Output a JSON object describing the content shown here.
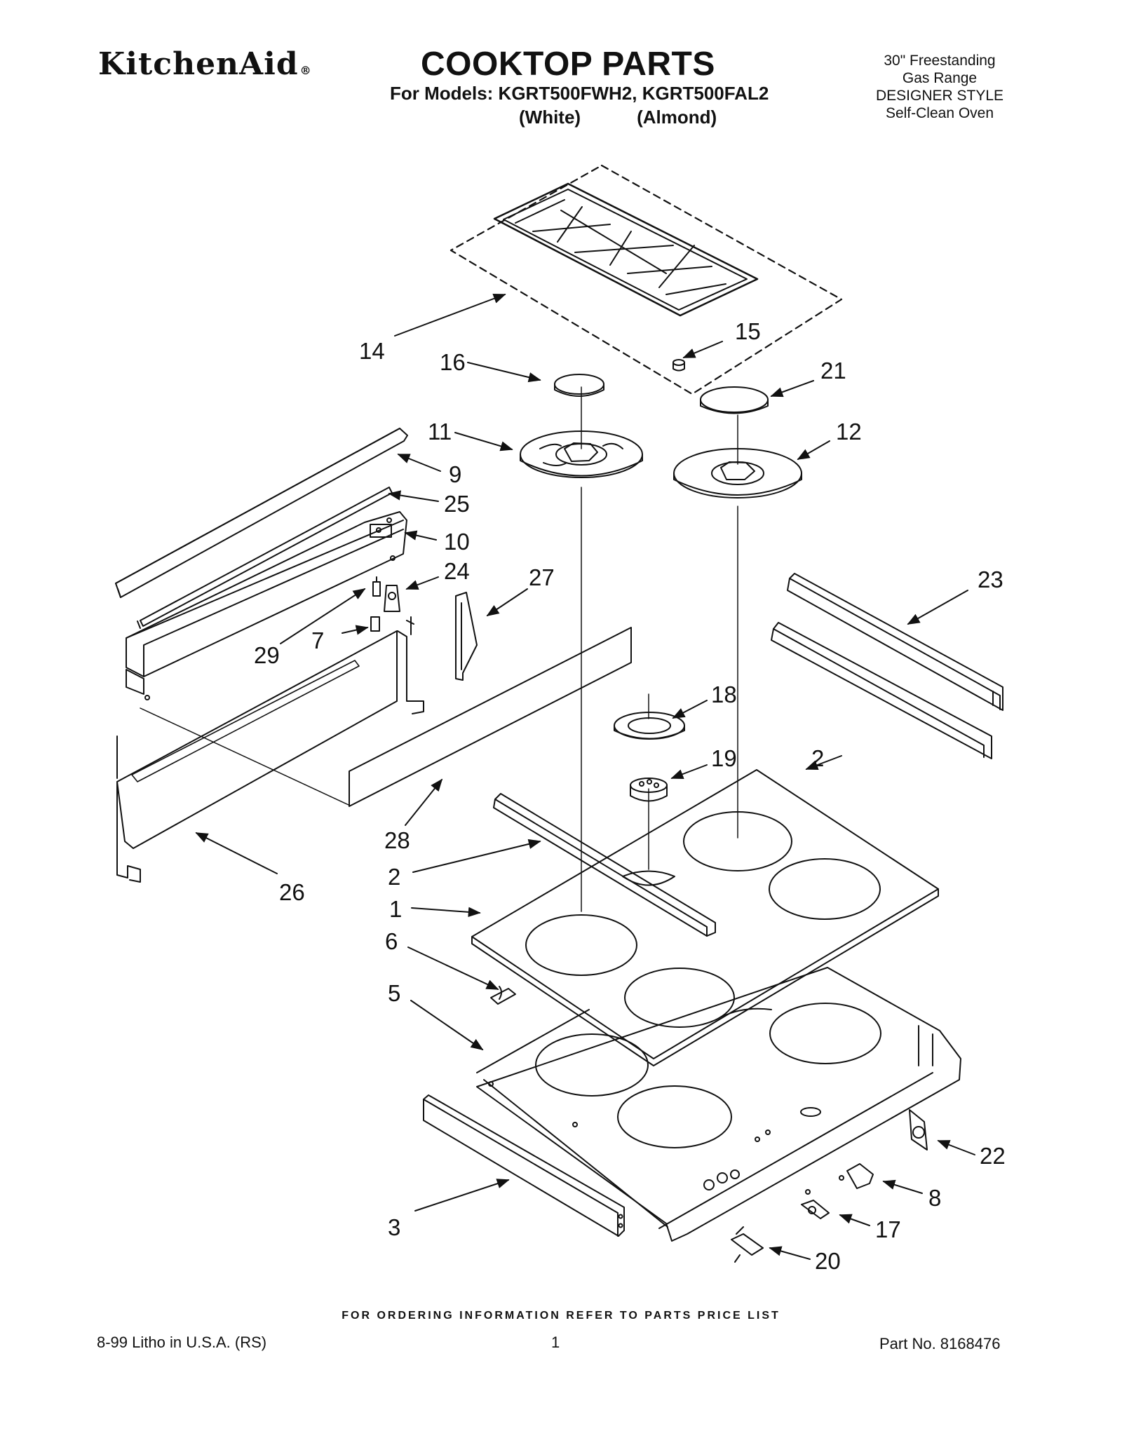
{
  "header": {
    "brand": "KitchenAid",
    "brand_mark": "®",
    "title": "COOKTOP PARTS",
    "models_line": "For Models: KGRT500FWH2, KGRT500FAL2",
    "variant_white": "(White)",
    "variant_almond": "(Almond)",
    "description": [
      "30\" Freestanding",
      "Gas Range",
      "DESIGNER STYLE",
      "Self-Clean Oven"
    ]
  },
  "callouts": [
    "14",
    "15",
    "16",
    "21",
    "11",
    "12",
    "9",
    "25",
    "10",
    "24",
    "27",
    "29",
    "7",
    "23",
    "18",
    "2",
    "19",
    "28",
    "26",
    "1",
    "6",
    "5",
    "22",
    "8",
    "17",
    "3",
    "20"
  ],
  "footer": {
    "order_note": "FOR ORDERING INFORMATION REFER TO PARTS PRICE LIST",
    "print_info": "8-99 Litho in U.S.A. (RS)",
    "page_number": "1",
    "part_number": "Part No. 8168476"
  }
}
